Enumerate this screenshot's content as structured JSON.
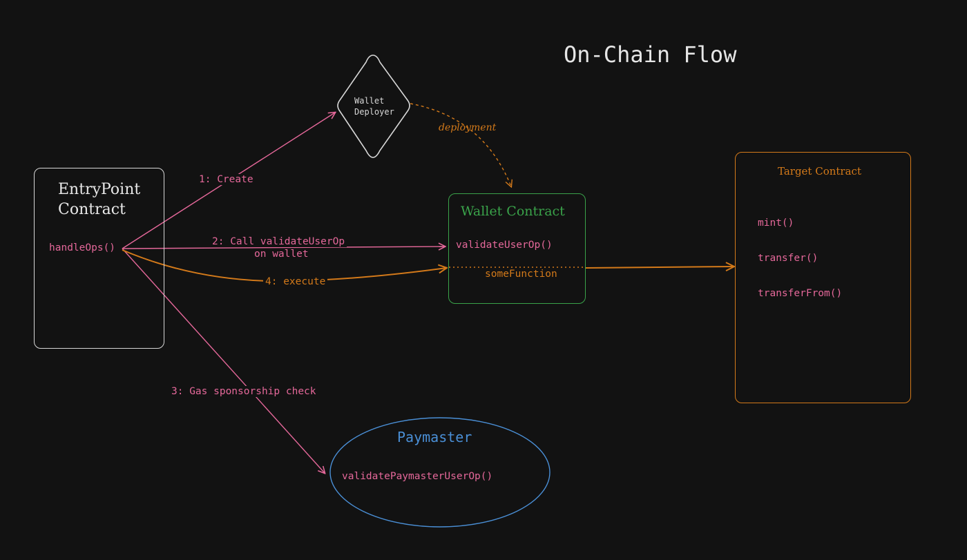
{
  "title": "On-Chain Flow",
  "colors": {
    "background": "#121212",
    "pink": "#e5689a",
    "orange": "#d47a1a",
    "green": "#3aa34a",
    "blue": "#4a8fd6",
    "white": "#e8e8e8"
  },
  "nodes": {
    "entrypoint": {
      "title_line1": "EntryPoint",
      "title_line2": "Contract",
      "method": "handleOps()"
    },
    "wallet_deployer": {
      "line1": "Wallet",
      "line2": "Deployer"
    },
    "wallet_contract": {
      "title": "Wallet Contract",
      "method": "validateUserOp()",
      "function": "someFunction"
    },
    "target_contract": {
      "title": "Target Contract",
      "methods": [
        "mint()",
        "transfer()",
        "transferFrom()"
      ]
    },
    "paymaster": {
      "title": "Paymaster",
      "method": "validatePaymasterUserOp()"
    }
  },
  "edges": {
    "create": "1: Create",
    "call_validate_line1": "2: Call validateUserOp",
    "call_validate_line2": "on wallet",
    "gas_check": "3: Gas sponsorship check",
    "execute": "4: execute",
    "deployment": "deployment"
  }
}
